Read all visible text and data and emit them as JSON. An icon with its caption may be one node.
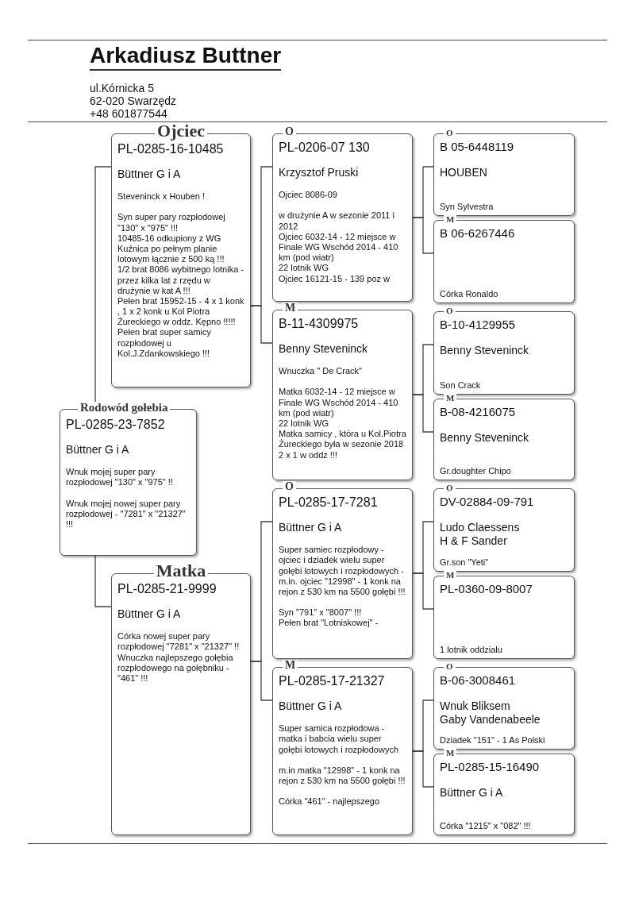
{
  "diagram": {
    "title": "Arkadiusz Buttner",
    "nodes": [
      {
        "text": [
          "Rodowód gołebia",
          "PL-0285-23-7852",
          "Büttner G i A",
          "Wnuk mojej super pary rozpłodowej \"130\" x \"975\" !!",
          "Wnuk mojej nowej super pary rozpłodowej - \"7281\" x \"21327\" !!!"
        ]
      },
      {
        "text": [
          "Ojciec",
          "PL-0285-16-10485",
          "Büttner G i A",
          "Steveninck x Houben !",
          "Syn super pary rozpłodowej \"130\" x \"975\" !!!",
          "10485-16 odkupiony z WG Kuźnica po pełnym planie lotowym łącznie z 500 ką !!!",
          "1/2 brat 8086 wybitnego lotnika - przez kilka lat z rzędu w drużynie w kat A !!!",
          "Pełen brat 15952-15 - 4 x 1 konk , 1 x 2 konk u Kol Piotra Żureckiego w oddz. Kępno !!!!!",
          "Pełen brat super samicy rozpłodowej u Kol.J.Zdankowskiego !!!"
        ]
      },
      {
        "text": [
          "Matka",
          "PL-0285-21-9999",
          "Büttner G i A",
          "Córka nowej super pary rozpłodowej \"7281\" x \"21327\" !!",
          "Wnuczka najlepszego gołębia rozpłodowego na gołębniku - \"461\" !!!"
        ]
      },
      {
        "text": [
          "O",
          "PL-0206-07 130",
          "Krzysztof Pruski",
          "Ojciec 8086-09",
          "w drużynie A w sezonie 2011 i 2012",
          "Ojciec 6032-14 - 12 miejsce w Finale WG Wschód 2014 - 410 km (pod wiatr)",
          "22 lotnik WG",
          "Ojciec 16121-15 - 139 poz w"
        ]
      },
      {
        "text": [
          "M",
          "B-11-4309975",
          "Benny Steveninck",
          "Wnuczka \" De Crack\"",
          "Matka 6032-14 - 12 miejsce w Finale WG Wschód 2014 - 410 km (pod wiatr)",
          "22 lotnik WG",
          "Matka samicy , która u Kol.Piotra Żureckiego była w sezonie 2018 2 x 1 w oddz !!!"
        ]
      },
      {
        "text": [
          "O",
          "PL-0285-17-7281",
          "Büttner G i A",
          "Super samiec rozpłodowy - ojciec i dziadek wielu super gołębi lotowych i rozpłodowych - m.in. ojciec \"12998\" - 1 konk na rejon z 530 km na 5500 gołębi !!!",
          "Syn \"791\" x \"8007\" !!!",
          "Pełen brat \"Lotniskowej\" -"
        ]
      },
      {
        "text": [
          "M",
          "PL-0285-17-21327",
          "Büttner G i A",
          "Super samica rozpłodowa - matka i babcia wielu super gołębi lotowych i rozpłodowych",
          "m.in matka \"12998\" - 1 konk na rejon z 530 km na 5500 gołębi !!!",
          "Córka \"461\" - najlepszego"
        ]
      },
      {
        "text": [
          "O",
          "B 05-6448119",
          "HOUBEN",
          "Syn Sylvestra"
        ]
      },
      {
        "text": [
          "M",
          "B 06-6267446",
          "Córka Ronaldo"
        ]
      },
      {
        "text": [
          "O",
          "B-10-4129955",
          "Benny Steveninck",
          "Son Crack"
        ]
      },
      {
        "text": [
          "M",
          "B-08-4216075",
          "Benny Steveninck",
          "Gr.doughter Chipo"
        ]
      },
      {
        "text": [
          "O",
          "DV-02884-09-791",
          "Ludo Claessens",
          "H & F Sander",
          "Gr.son \"Yeti\""
        ]
      },
      {
        "text": [
          "M",
          "PL-0360-09-8007",
          "1 lotnik oddzialu"
        ]
      },
      {
        "text": [
          "O",
          "B-06-3008461",
          "Wnuk Bliksem",
          "Gaby Vandenabeele",
          "Dziadek \"151\" - 1 As Polski"
        ]
      },
      {
        "text": [
          "M",
          "PL-0285-15-16490",
          "Büttner G i A",
          "Córka \"1215\" x \"082\" !!!"
        ]
      }
    ],
    "edges": [
      {
        "from": 0,
        "to": 1,
        "arrow": "none"
      },
      {
        "from": 0,
        "to": 2,
        "arrow": "none"
      },
      {
        "from": 1,
        "to": 3,
        "arrow": "none"
      },
      {
        "from": 1,
        "to": 4,
        "arrow": "none"
      },
      {
        "from": 2,
        "to": 5,
        "arrow": "none"
      },
      {
        "from": 2,
        "to": 6,
        "arrow": "none"
      },
      {
        "from": 3,
        "to": 7,
        "arrow": "none"
      },
      {
        "from": 3,
        "to": 8,
        "arrow": "none"
      },
      {
        "from": 4,
        "to": 9,
        "arrow": "none"
      },
      {
        "from": 4,
        "to": 10,
        "arrow": "none"
      },
      {
        "from": 5,
        "to": 11,
        "arrow": "none"
      },
      {
        "from": 5,
        "to": 12,
        "arrow": "none"
      },
      {
        "from": 6,
        "to": 13,
        "arrow": "none"
      },
      {
        "from": 6,
        "to": 14,
        "arrow": "none"
      }
    ],
    "labels": [
      "ul.Kórnicka 5",
      "62-020 Swarzędz",
      "+48 601877544"
    ]
  }
}
